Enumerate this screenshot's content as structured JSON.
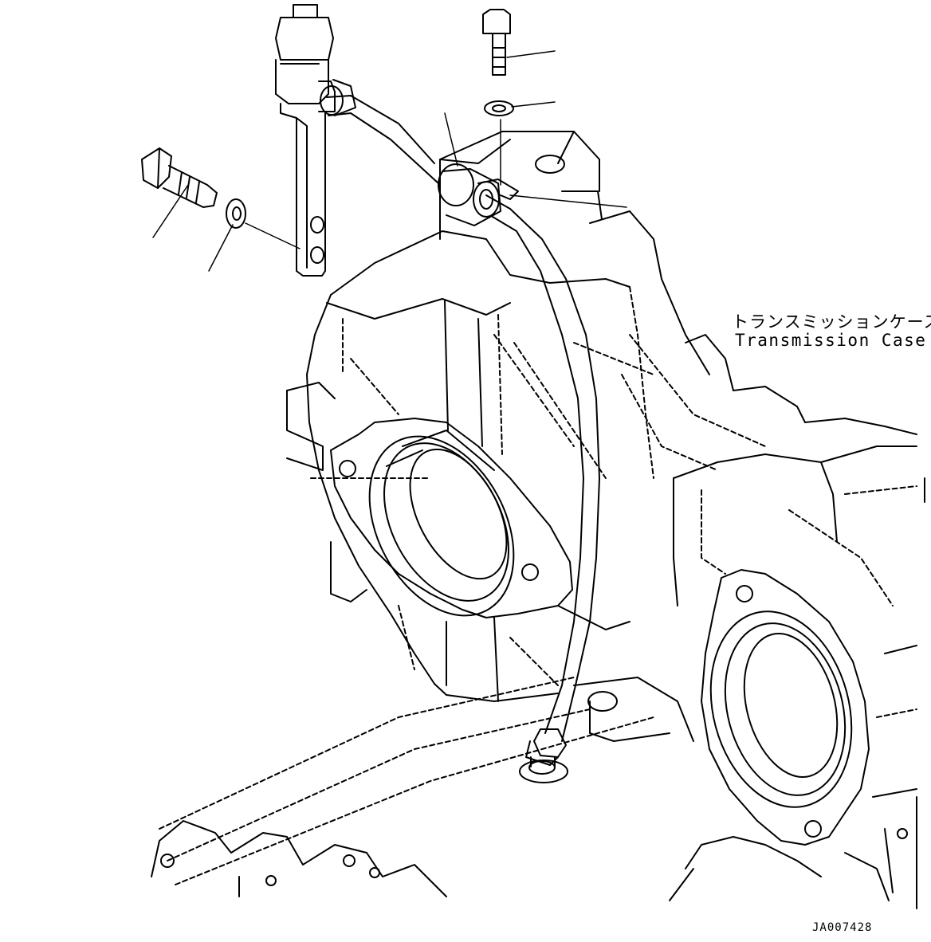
{
  "labels": {
    "component_jp": "トランスミッションケース",
    "component_en": "Transmission Case",
    "drawing_id": "JA007428"
  },
  "colors": {
    "line": "#000000",
    "background": "#ffffff"
  }
}
